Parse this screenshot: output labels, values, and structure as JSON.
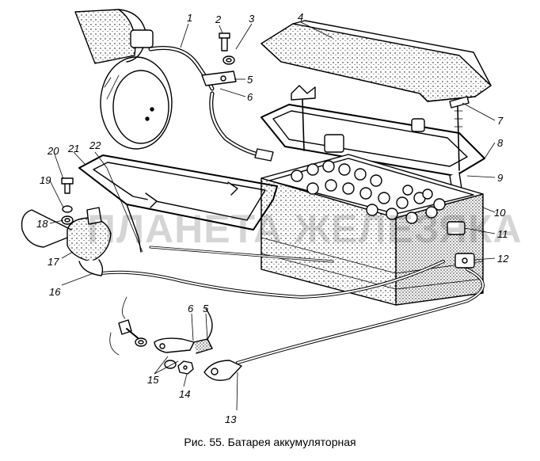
{
  "diagram": {
    "caption": "Рис. 55. Батарея аккумуляторная",
    "watermark": "ПЛАНЕТА ЖЕЛЕЗЯКА",
    "callouts": [
      "1",
      "2",
      "3",
      "4",
      "5",
      "6",
      "7",
      "8",
      "9",
      "10",
      "11",
      "12",
      "13",
      "14",
      "15",
      "16",
      "17",
      "18",
      "19",
      "20",
      "21",
      "22",
      "6",
      "5"
    ]
  }
}
